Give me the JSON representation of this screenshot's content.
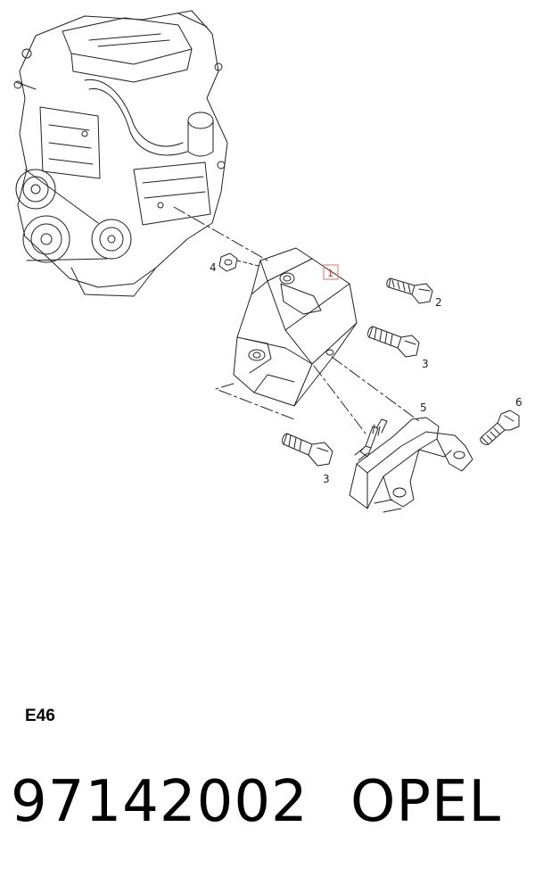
{
  "diagram": {
    "callouts": {
      "c1": "1",
      "c2": "2",
      "c3a": "3",
      "c3b": "3",
      "c4": "4",
      "c5": "5",
      "c6": "6"
    },
    "highlight_color": "#e08a8a"
  },
  "footer": {
    "section_code": "E46",
    "part_number": "97142002",
    "brand": "OPEL"
  }
}
